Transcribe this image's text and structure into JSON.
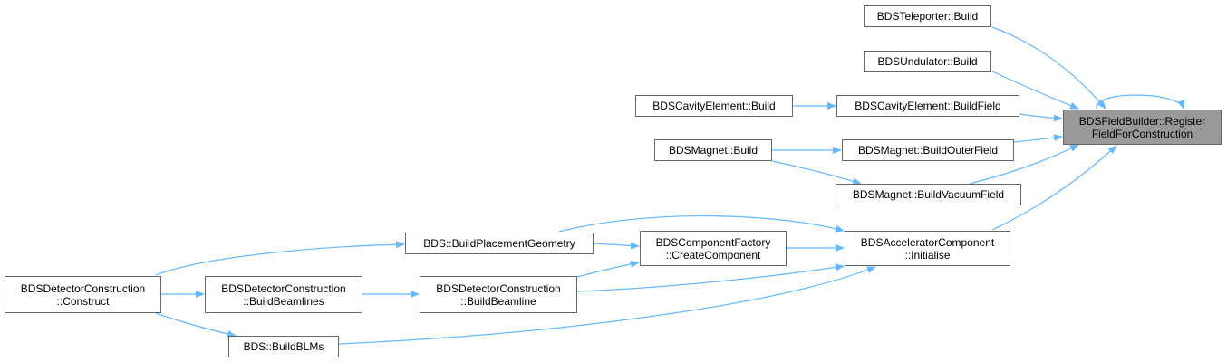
{
  "edge_color": "#63b8ff",
  "focus_fill": "#999999",
  "node_border": "#666666",
  "nodes": {
    "teleporter": {
      "lines": [
        "BDSTeleporter::Build"
      ]
    },
    "undulator": {
      "lines": [
        "BDSUndulator::Build"
      ]
    },
    "cavity_build": {
      "lines": [
        "BDSCavityElement::Build"
      ]
    },
    "cavity_field": {
      "lines": [
        "BDSCavityElement::BuildField"
      ]
    },
    "register": {
      "lines": [
        "BDSFieldBuilder::Register",
        "FieldForConstruction"
      ]
    },
    "magnet_build": {
      "lines": [
        "BDSMagnet::Build"
      ]
    },
    "magnet_outer": {
      "lines": [
        "BDSMagnet::BuildOuterField"
      ]
    },
    "magnet_vacuum": {
      "lines": [
        "BDSMagnet::BuildVacuumField"
      ]
    },
    "placement": {
      "lines": [
        "BDS::BuildPlacementGeometry"
      ]
    },
    "factory": {
      "lines": [
        "BDSComponentFactory",
        "::CreateComponent"
      ]
    },
    "acc_init": {
      "lines": [
        "BDSAcceleratorComponent",
        "::Initialise"
      ]
    },
    "det_construct": {
      "lines": [
        "BDSDetectorConstruction",
        "::Construct"
      ]
    },
    "det_beamlines": {
      "lines": [
        "BDSDetectorConstruction",
        "::BuildBeamlines"
      ]
    },
    "det_beamline": {
      "lines": [
        "BDSDetectorConstruction",
        "::BuildBeamline"
      ]
    },
    "blms": {
      "lines": [
        "BDS::BuildBLMs"
      ]
    }
  }
}
